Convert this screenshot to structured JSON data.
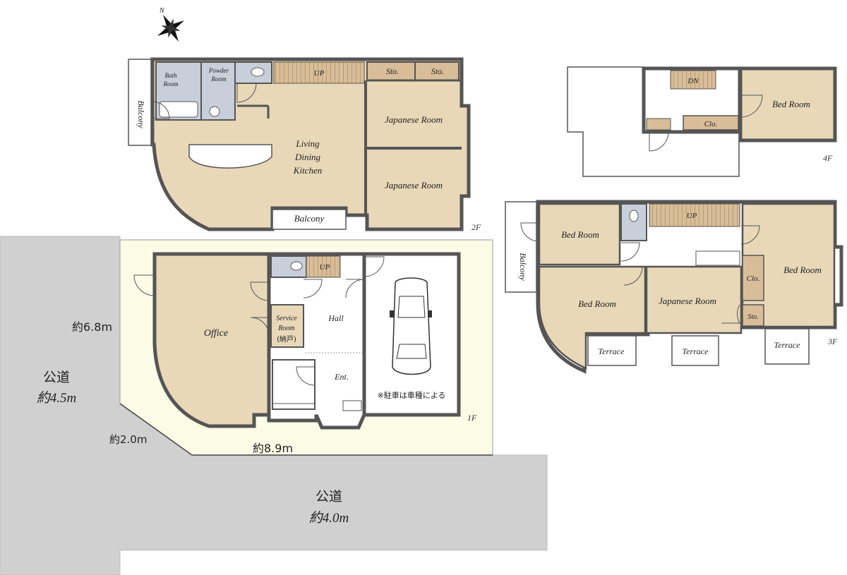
{
  "compass": {
    "label": "N"
  },
  "colors": {
    "room": "#e8d8b8",
    "wet": "#c8ceda",
    "stairs": "#d8bd98",
    "wall": "#555555",
    "site": "#fbfbe6",
    "road": "#d0d0d0"
  },
  "floors": {
    "f1": "1F",
    "f2": "2F",
    "f3": "3F",
    "f4": "4F"
  },
  "rooms_2f": {
    "bath_line1": "Bath",
    "bath_line2": "Room",
    "powder_line1": "Powder",
    "powder_line2": "Room",
    "stairs": "UP",
    "sto_a": "Sto.",
    "sto_b": "Sto.",
    "balcony_side": "Balcony",
    "ldk_line1": "Living",
    "ldk_line2": "Dining",
    "ldk_line3": "Kitchen",
    "japanese_a": "Japanese Room",
    "japanese_b": "Japanese Room",
    "balcony_front": "Balcony"
  },
  "rooms_1f": {
    "stairs": "UP",
    "office": "Office",
    "service_line1": "Service",
    "service_line2": "Room",
    "service_line3": "(納戸)",
    "hall": "Hall",
    "entrance": "Ent.",
    "parking_note": "※駐車は車種による"
  },
  "rooms_3f": {
    "stairs": "UP",
    "bed_a": "Bed Room",
    "bed_b": "Bed Room",
    "bed_c": "Bed Room",
    "japanese": "Japanese Room",
    "closet": "Clo.",
    "storage": "Sto.",
    "balcony": "Balcony",
    "terrace_a": "Terrace",
    "terrace_b": "Terrace",
    "terrace_c": "Terrace"
  },
  "rooms_4f": {
    "stairs": "DN",
    "closet": "Clo.",
    "bed": "Bed Room"
  },
  "site": {
    "dim_side": "約6.8m",
    "dim_corner": "約2.0m",
    "dim_front": "約8.9m",
    "road_left_line1": "公道",
    "road_left_line2": "約4.5m",
    "road_bottom_line1": "公道",
    "road_bottom_line2": "約4.0m"
  }
}
